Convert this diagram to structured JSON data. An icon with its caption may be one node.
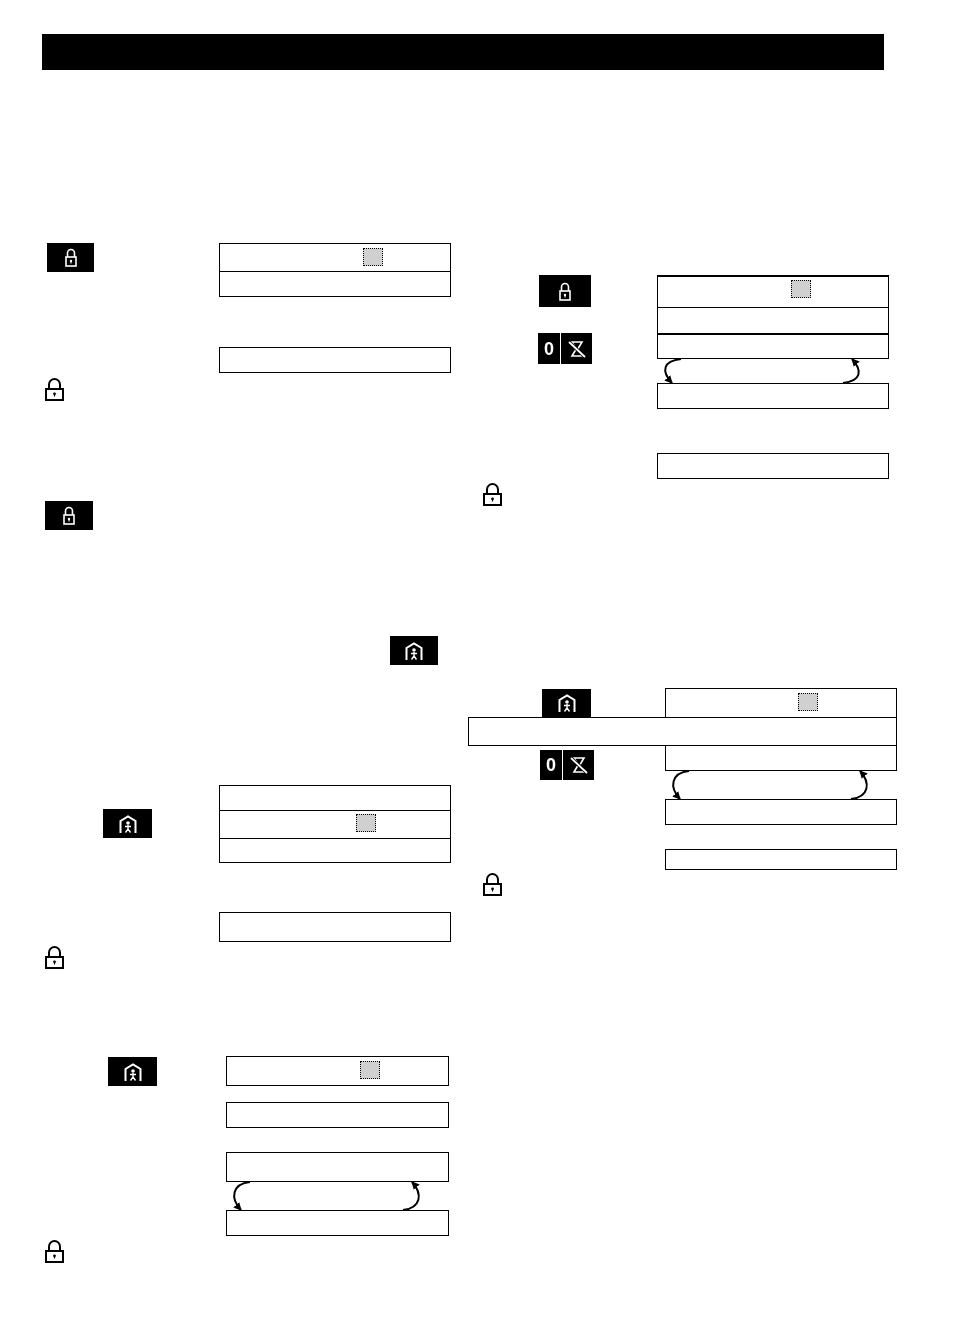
{
  "diagram": {
    "nodes": [
      {
        "text": [],
        "shape": "box"
      },
      {
        "text": [],
        "shape": "box"
      },
      {
        "text": [],
        "shape": "box"
      },
      {
        "text": [],
        "shape": "box"
      },
      {
        "text": [],
        "shape": "box"
      },
      {
        "text": [],
        "shape": "box"
      },
      {
        "text": [],
        "shape": "box"
      },
      {
        "text": [],
        "shape": "box"
      },
      {
        "text": [],
        "shape": "box"
      },
      {
        "text": [],
        "shape": "box"
      },
      {
        "text": [],
        "shape": "box"
      },
      {
        "text": [],
        "shape": "box"
      },
      {
        "text": [],
        "shape": "box"
      },
      {
        "text": [],
        "shape": "box"
      },
      {
        "text": [],
        "shape": "box"
      },
      {
        "text": [],
        "shape": "box"
      },
      {
        "text": [],
        "shape": "box"
      },
      {
        "text": [],
        "shape": "box"
      },
      {
        "text": [],
        "shape": "box"
      },
      {
        "text": [],
        "shape": "box"
      },
      {
        "text": [],
        "shape": "box"
      }
    ],
    "edges": [
      {
        "from": 9,
        "to": 10,
        "arrow": "to"
      },
      {
        "from": 10,
        "to": 9,
        "arrow": "to"
      },
      {
        "from": 13,
        "to": 14,
        "arrow": "to"
      },
      {
        "from": 14,
        "to": 13,
        "arrow": "to"
      },
      {
        "from": 18,
        "to": 19,
        "arrow": "to"
      },
      {
        "from": 19,
        "to": 18,
        "arrow": "to"
      }
    ],
    "labels": [
      "0",
      "0"
    ]
  }
}
